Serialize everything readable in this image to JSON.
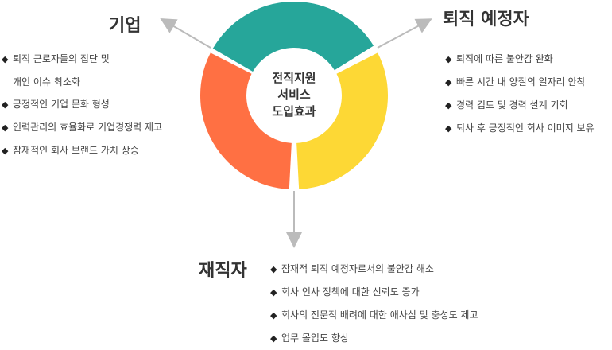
{
  "colors": {
    "teal": "#26a69a",
    "yellow": "#fdd835",
    "orange": "#ff7043",
    "arrow": "#bbbbbb"
  },
  "center": {
    "lines": [
      "전직지원",
      "서비스",
      "도입효과"
    ]
  },
  "company": {
    "title": "기업",
    "items": [
      "퇴직 근로자들의 집단 및",
      "개인 이슈 최소화",
      "긍정적인 기업 문화 형성",
      "인력관리의 효율화로 기업경쟁력 제고",
      "잠재적인 회사 브랜드 가치 상승"
    ]
  },
  "retiree": {
    "title": "퇴직 예정자",
    "items": [
      "퇴직에 따른 불안감 완화",
      "빠른 시간 내 양질의 일자리 안착",
      "경력 검토 및 경력 설계 기회",
      "퇴사 후 긍정적인 회사 이미지 보유"
    ]
  },
  "employee": {
    "title": "재직자",
    "items": [
      "잠재적 퇴직 예정자로서의 불안감 해소",
      "회사 인사 정책에 대한 신뢰도 증가",
      "회사의 전문적 배려에 대한 애사심 및 충성도 제고",
      "업무 몰입도 향상"
    ]
  },
  "bullet": "◆"
}
